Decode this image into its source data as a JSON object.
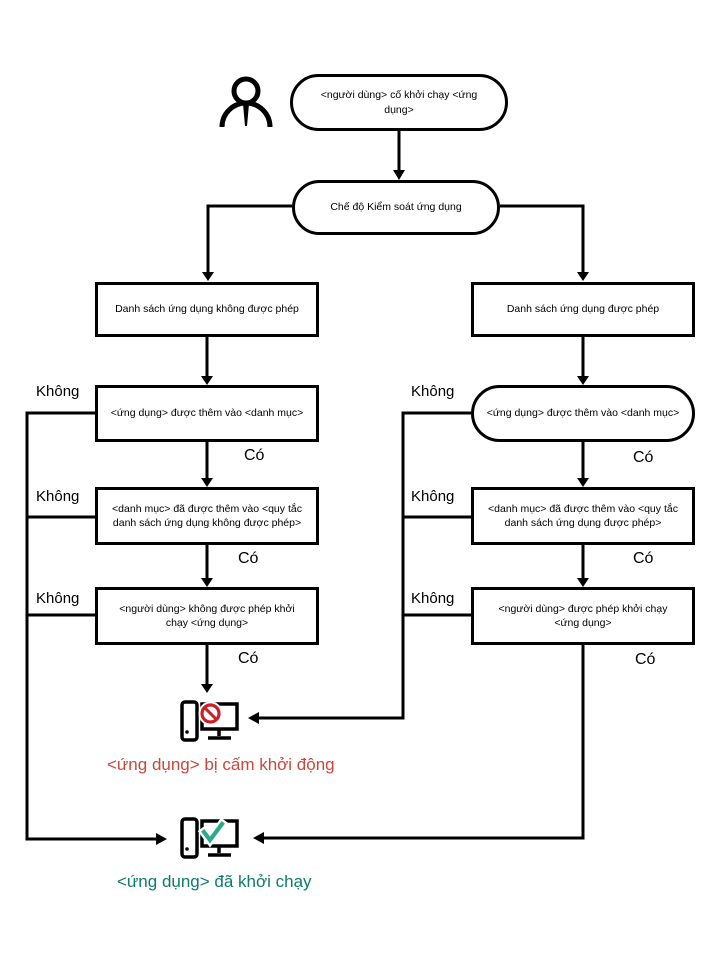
{
  "labels": {
    "yes": "Có",
    "no": "Không"
  },
  "nodes": {
    "start": "<người dùng> cố khởi chạy <ứng dụng>",
    "mode": "Chế độ Kiểm soát ứng dụng",
    "denylist": "Danh sách ứng dụng không được phép",
    "allowlist": "Danh sách ứng dụng được phép",
    "deny_app_added": "<ứng dụng> được thêm vào <danh mục>",
    "allow_app_added": "<ứng dụng> được thêm vào <danh mục>",
    "deny_category_added": "<danh mục> đã được thêm vào <quy tắc danh sách ứng dụng không được phép>",
    "allow_category_added": "<danh mục> đã được thêm vào <quy tắc danh sách ứng dụng được phép>",
    "deny_user": "<người dùng> không được phép khởi chạy <ứng dụng>",
    "allow_user": "<người dùng> được phép khởi chạy <ứng dụng>"
  },
  "outcomes": {
    "blocked": {
      "text": "<ứng dụng> bị cấm khởi động",
      "color": "#c8493c"
    },
    "started": {
      "text": "<ứng dụng> đã khởi chạy",
      "color": "#0f7b6c"
    }
  },
  "icons": {
    "user": "user-icon",
    "blocked": "computer-blocked-icon",
    "started": "computer-started-icon"
  },
  "colors": {
    "line": "#000000",
    "blocked_sign": "#cc2027",
    "check_mark": "#2ca98b"
  }
}
